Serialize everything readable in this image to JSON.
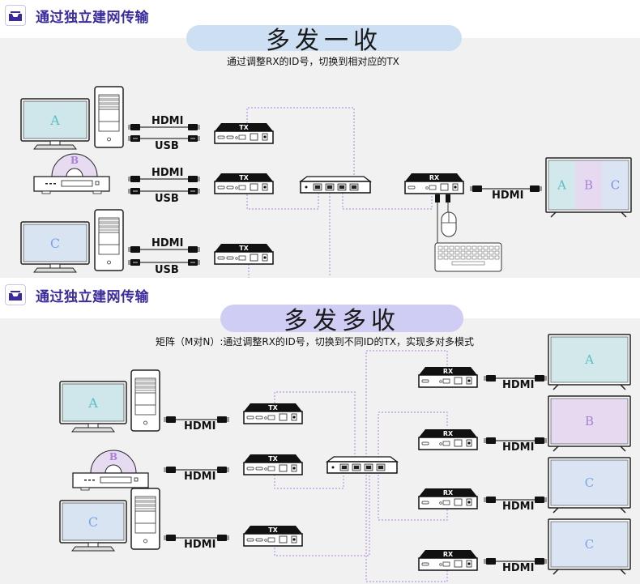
{
  "sections": [
    {
      "header_title": "通过独立建网传输",
      "mode_title": "多发一收",
      "subtitle": "通过调整RX的ID号，切换到相对应的TX",
      "sources": [
        {
          "kind": "computer",
          "screen_letter": "A",
          "screen_color": "#cfe6ea",
          "letter_color": "#5bbfc6"
        },
        {
          "kind": "disc-player",
          "disc_letter": "B",
          "disc_color": "#e6dbf0",
          "letter_color": "#a97fd6"
        },
        {
          "kind": "computer",
          "screen_letter": "C",
          "screen_color": "#d9e4f2",
          "letter_color": "#7aa7e6"
        }
      ],
      "cable_labels": {
        "video": "HDMI",
        "usb": "USB"
      },
      "tx_label": "TX",
      "rx_label": "RX",
      "output_hdmi_label": "HDMI",
      "display_panels": [
        {
          "letter": "A",
          "bg": "#d2e8ea",
          "color": "#5bbfc6"
        },
        {
          "letter": "B",
          "bg": "#e6daf0",
          "color": "#a97fd6"
        },
        {
          "letter": "C",
          "bg": "#dbe4f2",
          "color": "#7a8fe6"
        }
      ],
      "peripherals": [
        "mouse",
        "keyboard"
      ]
    },
    {
      "header_title": "通过独立建网传输",
      "mode_title": "多发多收",
      "subtitle": "矩阵（M对N）:通过调整RX的ID号，切换到不同ID的TX，实现多对多模式",
      "sources": [
        {
          "kind": "computer",
          "screen_letter": "A",
          "screen_color": "#cfe6ea",
          "letter_color": "#5bbfc6"
        },
        {
          "kind": "disc-player",
          "disc_letter": "B",
          "disc_color": "#e6dbf0",
          "letter_color": "#a97fd6"
        },
        {
          "kind": "computer",
          "screen_letter": "C",
          "screen_color": "#d9e4f2",
          "letter_color": "#7aa7e6"
        }
      ],
      "cable_labels": {
        "video": "HDMI"
      },
      "tx_label": "TX",
      "rx_label": "RX",
      "outputs": [
        {
          "letter": "A",
          "bg": "#d2e8ea",
          "color": "#5bbfc6",
          "cable": "HDMI"
        },
        {
          "letter": "B",
          "bg": "#e6daf0",
          "color": "#a97fd6",
          "cable": "HDMI"
        },
        {
          "letter": "C",
          "bg": "#dbe4f2",
          "color": "#7aa7e6",
          "cable": "HDMI"
        },
        {
          "letter": "C",
          "bg": "#dbe4f2",
          "color": "#7aa7e6",
          "cable": "HDMI"
        }
      ]
    }
  ],
  "colors": {
    "accent": "#3a2c9c",
    "pill_one": "#cddff3",
    "pill_two": "#cfcdf3",
    "network_line": "#b89be0",
    "background": "#f1f1f1"
  }
}
